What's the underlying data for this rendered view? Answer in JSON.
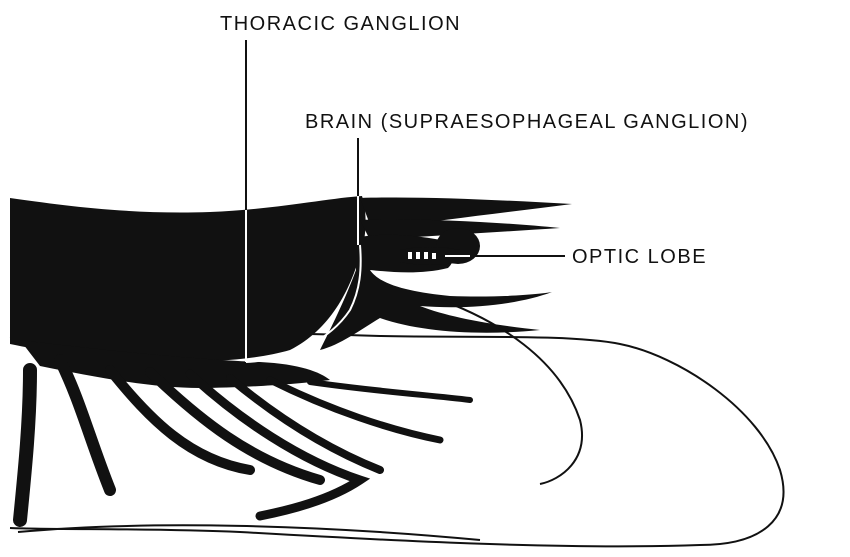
{
  "labels": {
    "thoracic_ganglion": "THORACIC GANGLION",
    "brain": "BRAIN (SUPRAESOPHAGEAL GANGLION)",
    "optic_lobe": "OPTIC LOBE"
  },
  "colors": {
    "ink": "#111111",
    "paper": "#ffffff",
    "nerve": "#ffffff"
  }
}
